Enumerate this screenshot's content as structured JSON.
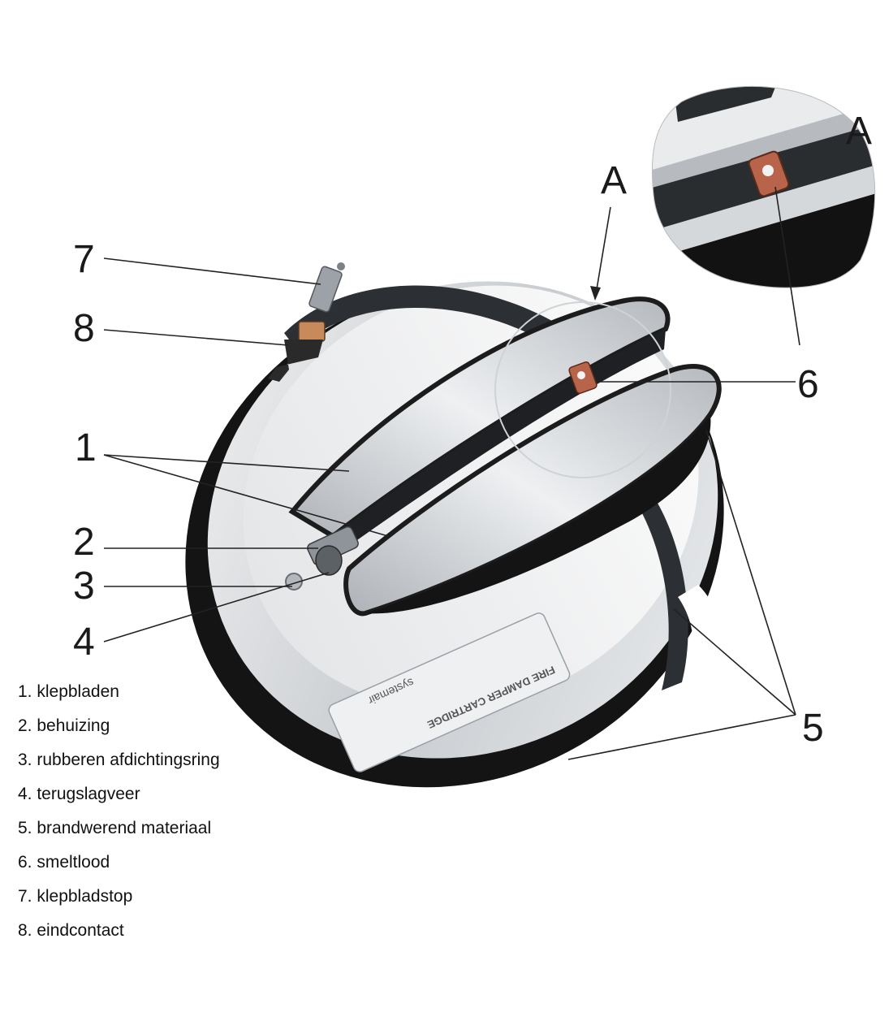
{
  "callouts": {
    "n1": "1",
    "n2": "2",
    "n3": "3",
    "n4": "4",
    "n5": "5",
    "n6": "6",
    "n6b": "6",
    "n7": "7",
    "n8": "8",
    "a_main": "A",
    "a_detail": "A"
  },
  "nameplate": {
    "title": "FIRE DAMPER CARTRIDGE",
    "brand": "systemair"
  },
  "legend": [
    "1. klepbladen",
    "2. behuizing",
    "3. rubberen afdichtingsring",
    "4. terugslagveer",
    "5. brandwerend materiaal",
    "6. smeltlood",
    "7. klepbladstop",
    "8. eindcontact"
  ],
  "colors": {
    "metal": "#d9dbdd",
    "rubber": "#141414",
    "intumescent": "#2c2f33",
    "fusible_link": "#b8644a"
  }
}
